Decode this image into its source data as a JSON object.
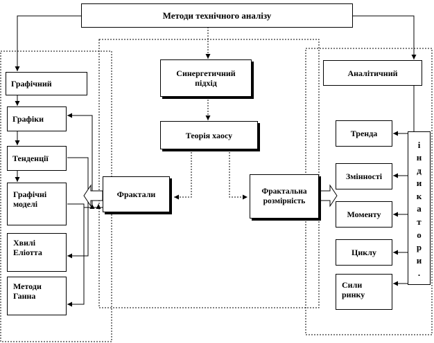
{
  "title": "Методи технічного аналізу",
  "graphic": {
    "header": "Графічний",
    "items": [
      "Графіки",
      "Тенденції",
      "Графічні моделі",
      "Хвилі Еліотта",
      "Методи Ганна"
    ]
  },
  "synergetic": {
    "header": "Синергетичний підхід",
    "chaos": "Теорія хаосу",
    "fractals": "Фрактали",
    "dimension": "Фрактальна розмірність"
  },
  "analytic": {
    "header": "Аналітичний",
    "items": [
      "Тренда",
      "Змінності",
      "Моменту",
      "Циклу",
      "Сили ринку"
    ],
    "indicators_letters": [
      "і",
      "н",
      "д",
      "и",
      "к",
      "а",
      "т",
      "о",
      "р",
      "и",
      "."
    ]
  }
}
